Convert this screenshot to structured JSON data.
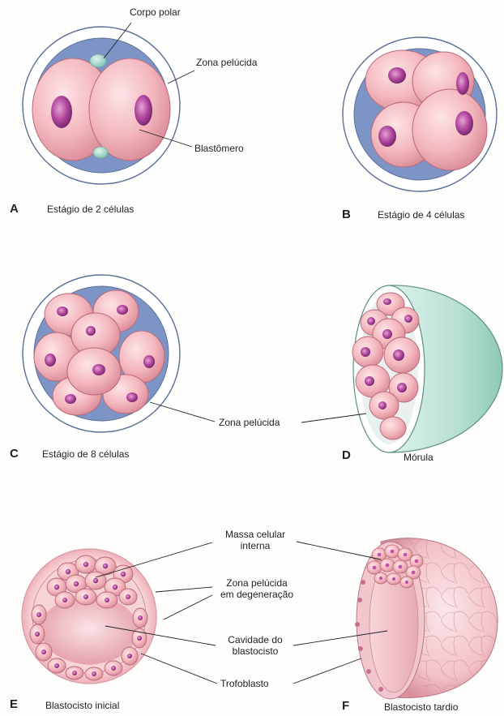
{
  "panels": {
    "a": {
      "letter": "A",
      "caption": "Estágio de 2 células"
    },
    "b": {
      "letter": "B",
      "caption": "Estágio de 4 células"
    },
    "c": {
      "letter": "C",
      "caption": "Estágio de 8 células"
    },
    "d": {
      "letter": "D",
      "caption": "Mórula"
    },
    "e": {
      "letter": "E",
      "caption": "Blastocisto inicial"
    },
    "f": {
      "letter": "F",
      "caption": "Blastocisto tardio"
    }
  },
  "labels": {
    "corpo_polar": "Corpo polar",
    "zona_pelucida_a": "Zona pelúcida",
    "blastomero": "Blastômero",
    "zona_pelucida_cd": "Zona pelúcida",
    "massa_celular_1": "Massa celular",
    "massa_celular_2": "interna",
    "zona_degeneracao_1": "Zona pelúcida",
    "zona_degeneracao_2": "em degeneração",
    "cavidade_1": "Cavidade do",
    "cavidade_2": "blastocisto",
    "trofoblasto": "Trofoblasto"
  },
  "colors": {
    "zona": "#ffffff",
    "perivitelline": "#7d95c6",
    "cell": "#f3b6bd",
    "nucleus": "#b0479e",
    "polar_body": "#a9d8cf",
    "teal_shell": "#a8d6c8",
    "blastocyst_pink": "#eeb5bc"
  }
}
